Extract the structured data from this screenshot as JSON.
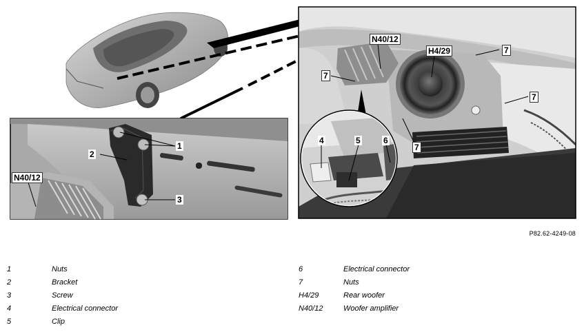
{
  "figure_code": "P82.62-4249-08",
  "callouts": {
    "n1": "1",
    "n2": "2",
    "n3": "3",
    "n4": "4",
    "n5": "5",
    "n6": "6",
    "n7a": "7",
    "n7b": "7",
    "n7c": "7",
    "n7d": "7",
    "n40_left": "N40/12",
    "n40_right": "N40/12",
    "h429": "H4/29"
  },
  "legend": {
    "left": [
      {
        "key": "1",
        "desc": "Nuts"
      },
      {
        "key": "2",
        "desc": "Bracket"
      },
      {
        "key": "3",
        "desc": "Screw"
      },
      {
        "key": "4",
        "desc": "Electrical connector"
      },
      {
        "key": "5",
        "desc": "Clip"
      }
    ],
    "right": [
      {
        "key": "6",
        "desc": "Electrical connector"
      },
      {
        "key": "7",
        "desc": "Nuts"
      },
      {
        "key": "H4/29",
        "desc": "Rear woofer"
      },
      {
        "key": "N40/12",
        "desc": "Woofer amplifier"
      }
    ]
  }
}
